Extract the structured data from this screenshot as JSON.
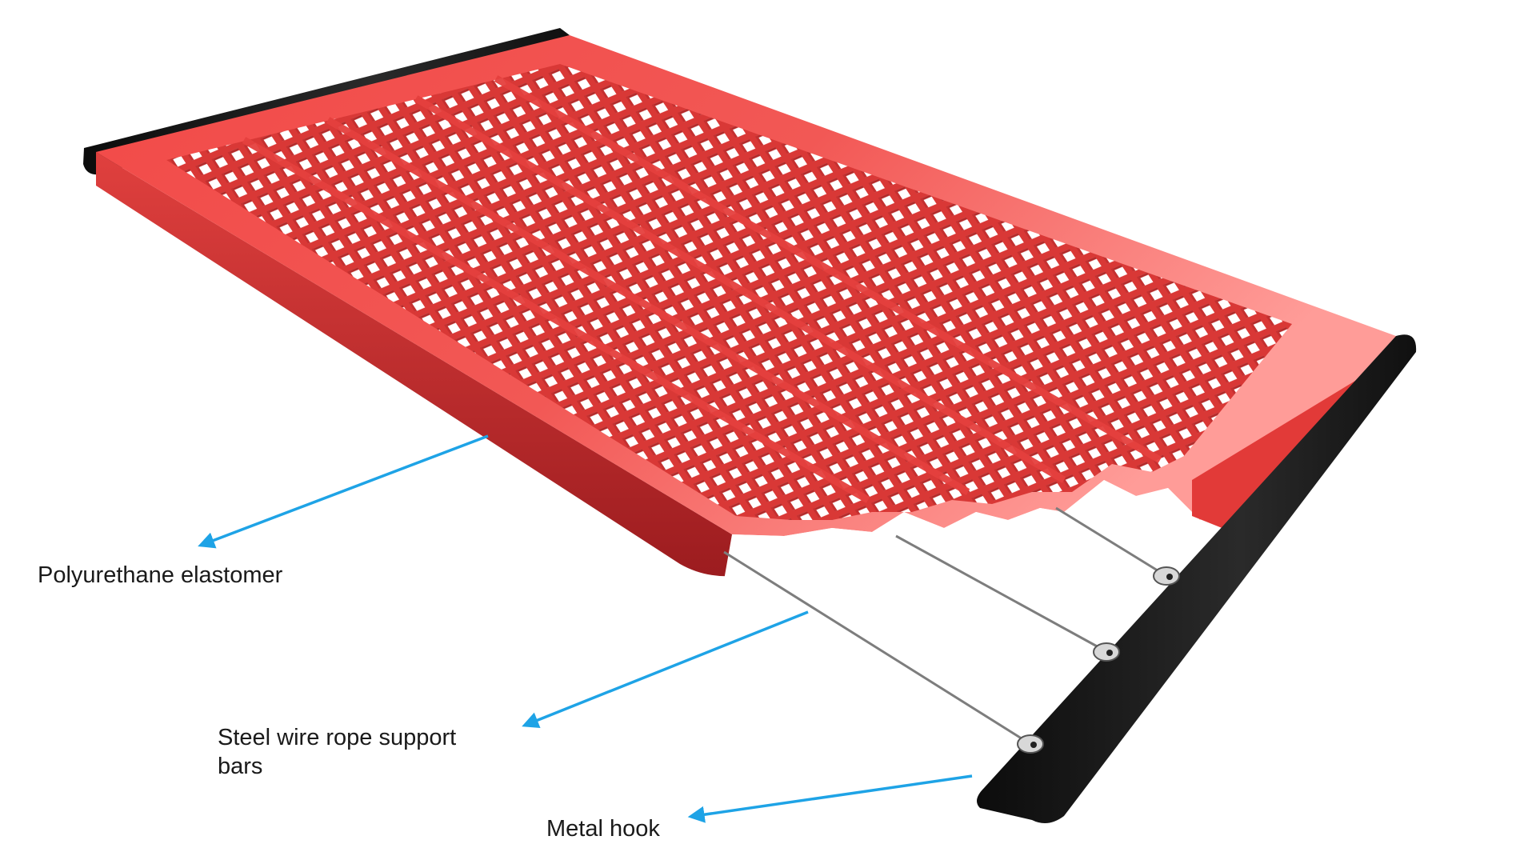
{
  "callouts": {
    "polyurethane": "Polyurethane elastomer",
    "steel_line1": "Steel wire rope support",
    "steel_line2": "bars",
    "metal_hook": "Metal hook"
  },
  "colors": {
    "panel_red": "#f0504e",
    "panel_red_light": "#ff8a86",
    "panel_edge_dark": "#a51f22",
    "hook_black": "#151515",
    "wire_gray": "#8a8a8a",
    "arrow_blue": "#1ea3e6"
  }
}
